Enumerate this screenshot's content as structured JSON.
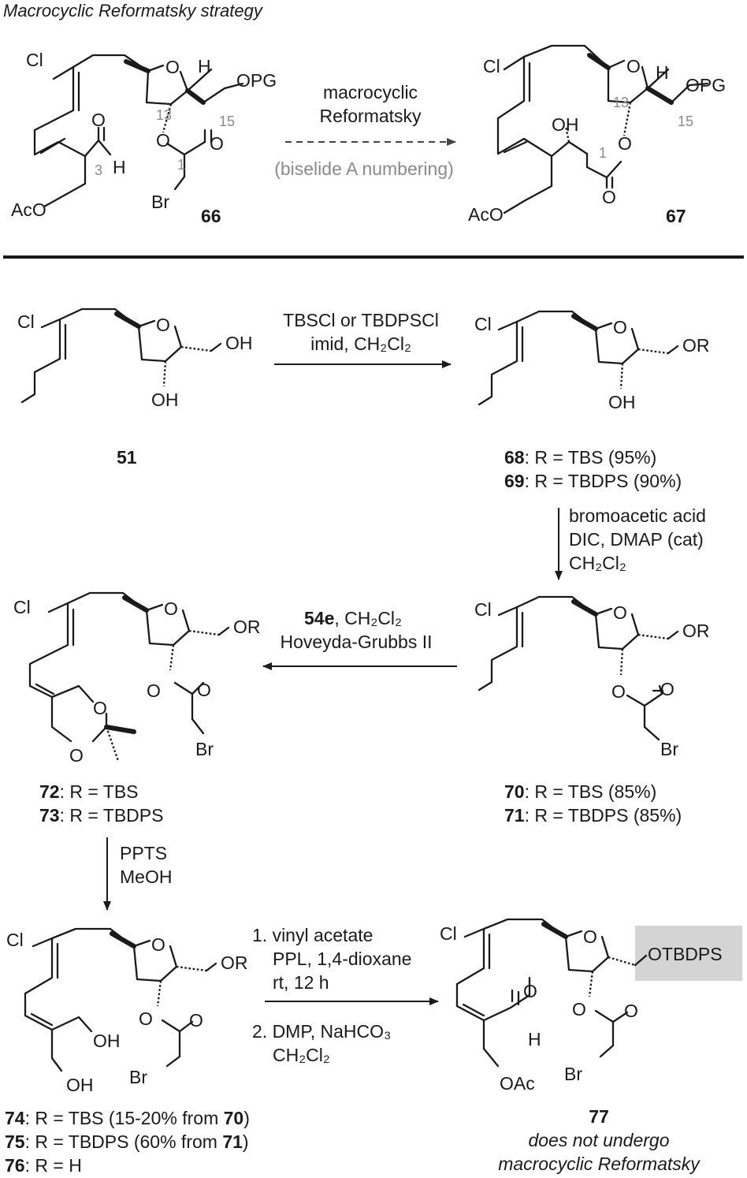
{
  "header": {
    "title": "Macrocyclic Reformatsky strategy"
  },
  "top_scheme": {
    "arrow_label_line1": "macrocyclic",
    "arrow_label_line2": "Reformatsky",
    "numbering_note": "(biselide A numbering)",
    "cmpd66": "66",
    "cmpd67": "67"
  },
  "atoms": {
    "Cl": "Cl",
    "O": "O",
    "H": "H",
    "OPG": "OPG",
    "OH": "OH",
    "OR": "OR",
    "Br": "Br",
    "AcO": "AcO",
    "OAc": "OAc",
    "OTBDPS": "OTBDPS",
    "n1": "1",
    "n3": "3",
    "n13": "13",
    "n15": "15"
  },
  "step1": {
    "reagent_line1": "TBSCl or TBDPSCl",
    "reagent_line2": "imid, CH₂Cl₂",
    "cmpd51": "51",
    "cmpd68": "68",
    "cmpd68_text": ": R = TBS (95%)",
    "cmpd69": "69",
    "cmpd69_text": ": R = TBDPS (90%)"
  },
  "step2": {
    "line1": "bromoacetic acid",
    "line2": "DIC, DMAP (cat)",
    "line3": "CH₂Cl₂"
  },
  "step3": {
    "reagent_bold": "54e",
    "reagent_rest": ", CH₂Cl₂",
    "line2": "Hoveyda-Grubbs II",
    "cmpd70": "70",
    "cmpd70_text": ": R = TBS (85%)",
    "cmpd71": "71",
    "cmpd71_text": ": R = TBDPS (85%)",
    "cmpd72": "72",
    "cmpd72_text": ": R = TBS",
    "cmpd73": "73",
    "cmpd73_text": ": R = TBDPS"
  },
  "step4": {
    "line1": "PPTS",
    "line2": "MeOH"
  },
  "step5": {
    "line1": "1. vinyl acetate",
    "line2": "PPL, 1,4-dioxane",
    "line3": "rt, 12 h",
    "line4": "2. DMP, NaHCO₃",
    "line5": "CH₂Cl₂",
    "cmpd74": "74",
    "cmpd74_text_a": ": R = TBS (15-20% from ",
    "cmpd74_ref": "70",
    "cmpd74_text_b": ")",
    "cmpd75": "75",
    "cmpd75_text_a": ": R = TBDPS (60% from ",
    "cmpd75_ref": "71",
    "cmpd75_text_b": ")",
    "cmpd76": "76",
    "cmpd76_text": ": R = H",
    "cmpd77": "77",
    "note_line1": "does not undergo",
    "note_line2": "macrocyclic Reformatsky"
  }
}
